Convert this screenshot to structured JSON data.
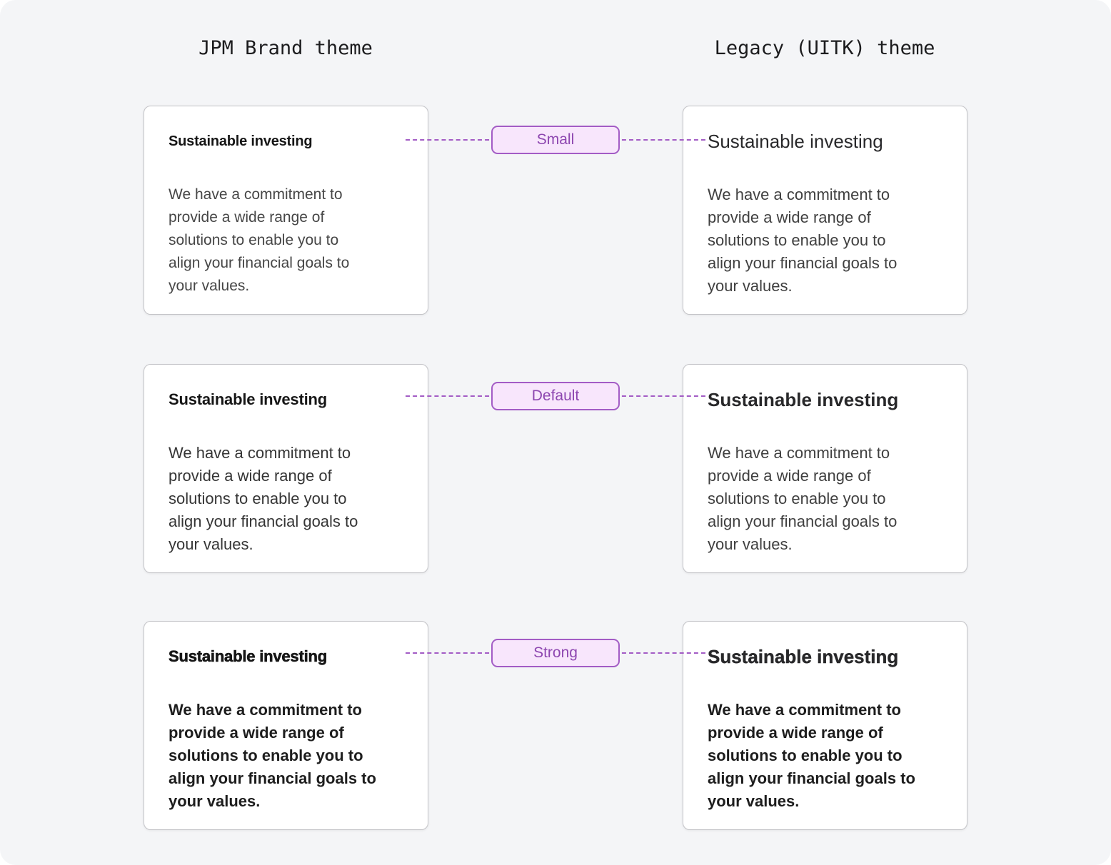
{
  "columns": [
    {
      "title": "JPM Brand theme"
    },
    {
      "title": "Legacy (UITK) theme"
    }
  ],
  "rows": [
    {
      "label": "Small"
    },
    {
      "label": "Default"
    },
    {
      "label": "Strong"
    }
  ],
  "card": {
    "title": "Sustainable investing",
    "body": "We have a commitment to\nprovide a wide range of\nsolutions to enable you to\nalign your financial goals to\nyour values."
  },
  "colors": {
    "page_bg": "#f4f5f7",
    "card_bg": "#ffffff",
    "card_border": "#c4c4c8",
    "accent_purple": "#a35cc5",
    "badge_bg": "#f8e6fc",
    "badge_text": "#8d46b0",
    "heading_text": "#161616",
    "body_text": "#3f3f3f"
  }
}
